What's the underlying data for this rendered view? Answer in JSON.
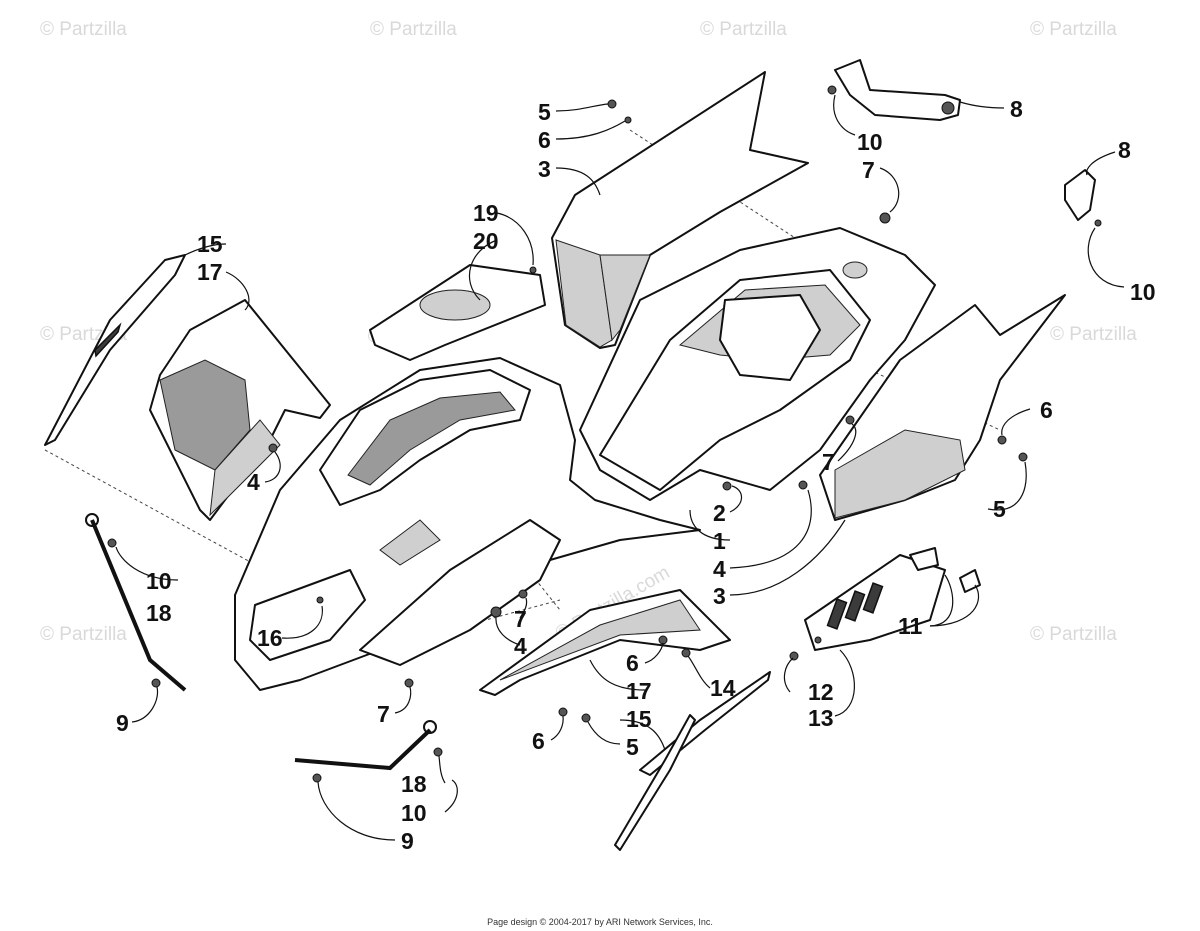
{
  "watermark": {
    "text": "© Partzilla",
    "text_com": "© Partzilla.com"
  },
  "callouts": {
    "c5a": "5",
    "c6a": "6",
    "c3a": "3",
    "c8a": "8",
    "c10a": "10",
    "c7a": "7",
    "c8b": "8",
    "c10b": "10",
    "c19": "19",
    "c20": "20",
    "c15a": "15",
    "c17a": "17",
    "c4a": "4",
    "c6b": "6",
    "c7b": "7",
    "c5b": "5",
    "c2": "2",
    "c1": "1",
    "c4b": "4",
    "c3b": "3",
    "c10c": "10",
    "c18a": "18",
    "c16": "16",
    "c7c": "7",
    "c4c": "4",
    "c11": "11",
    "c6c": "6",
    "c17b": "17",
    "c14": "14",
    "c12": "12",
    "c13": "13",
    "c9a": "9",
    "c7d": "7",
    "c15b": "15",
    "c6d": "6",
    "c5c": "5",
    "c18b": "18",
    "c10d": "10",
    "c9b": "9"
  },
  "footer": "Page design © 2004-2017 by ARI Network Services, Inc."
}
